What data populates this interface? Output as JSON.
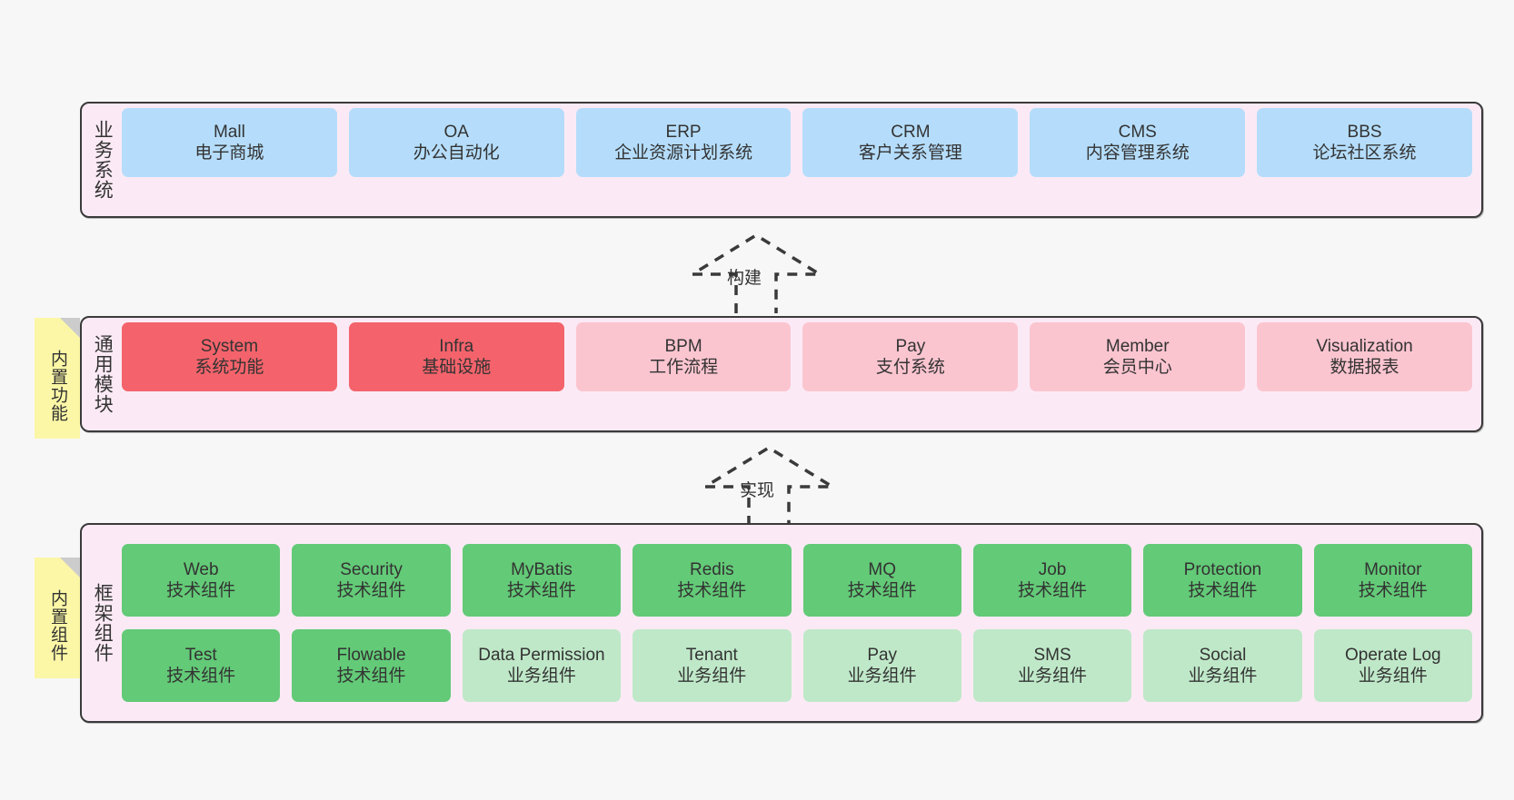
{
  "sections": [
    {
      "id": "business",
      "label": "业务系统",
      "rows": [
        [
          {
            "en": "Mall",
            "cn": "电子商城",
            "color": "c-blue"
          },
          {
            "en": "OA",
            "cn": "办公自动化",
            "color": "c-blue"
          },
          {
            "en": "ERP",
            "cn": "企业资源计划系统",
            "color": "c-blue"
          },
          {
            "en": "CRM",
            "cn": "客户关系管理",
            "color": "c-blue"
          },
          {
            "en": "CMS",
            "cn": "内容管理系统",
            "color": "c-blue"
          },
          {
            "en": "BBS",
            "cn": "论坛社区系统",
            "color": "c-blue"
          }
        ]
      ]
    },
    {
      "id": "common",
      "label": "通用模块",
      "rows": [
        [
          {
            "en": "System",
            "cn": "系统功能",
            "color": "c-red"
          },
          {
            "en": "Infra",
            "cn": "基础设施",
            "color": "c-red"
          },
          {
            "en": "BPM",
            "cn": "工作流程",
            "color": "c-pink"
          },
          {
            "en": "Pay",
            "cn": "支付系统",
            "color": "c-pink"
          },
          {
            "en": "Member",
            "cn": "会员中心",
            "color": "c-pink"
          },
          {
            "en": "Visualization",
            "cn": "数据报表",
            "color": "c-pink"
          }
        ]
      ]
    },
    {
      "id": "framework",
      "label": "框架组件",
      "rows": [
        [
          {
            "en": "Web",
            "cn": "技术组件",
            "color": "c-green"
          },
          {
            "en": "Security",
            "cn": "技术组件",
            "color": "c-green"
          },
          {
            "en": "MyBatis",
            "cn": "技术组件",
            "color": "c-green"
          },
          {
            "en": "Redis",
            "cn": "技术组件",
            "color": "c-green"
          },
          {
            "en": "MQ",
            "cn": "技术组件",
            "color": "c-green"
          },
          {
            "en": "Job",
            "cn": "技术组件",
            "color": "c-green"
          },
          {
            "en": "Protection",
            "cn": "技术组件",
            "color": "c-green"
          },
          {
            "en": "Monitor",
            "cn": "技术组件",
            "color": "c-green"
          }
        ],
        [
          {
            "en": "Test",
            "cn": "技术组件",
            "color": "c-green"
          },
          {
            "en": "Flowable",
            "cn": "技术组件",
            "color": "c-green"
          },
          {
            "en": "Data Permission",
            "cn": "业务组件",
            "color": "c-lightgreen"
          },
          {
            "en": "Tenant",
            "cn": "业务组件",
            "color": "c-lightgreen"
          },
          {
            "en": "Pay",
            "cn": "业务组件",
            "color": "c-lightgreen"
          },
          {
            "en": "SMS",
            "cn": "业务组件",
            "color": "c-lightgreen"
          },
          {
            "en": "Social",
            "cn": "业务组件",
            "color": "c-lightgreen"
          },
          {
            "en": "Operate Log",
            "cn": "业务组件",
            "color": "c-lightgreen"
          }
        ]
      ]
    }
  ],
  "notes": [
    {
      "id": "note-common",
      "text": "内置功能"
    },
    {
      "id": "note-framework",
      "text": "内置组件"
    }
  ],
  "arrows": [
    {
      "id": "arrow-build",
      "label": "构建"
    },
    {
      "id": "arrow-impl",
      "label": "实现"
    }
  ],
  "colors": {
    "background": "#f7f7f7",
    "section_fill": "#fbeaf5",
    "section_border": "#3a3a3a",
    "blue": "#b5ddfb",
    "red": "#f4636b",
    "pink": "#fbc5d0",
    "green": "#63ca77",
    "light_green": "#bfe8c8",
    "note_yellow": "#fbf7a6",
    "note_fold": "#cccccc",
    "text": "#333333"
  }
}
